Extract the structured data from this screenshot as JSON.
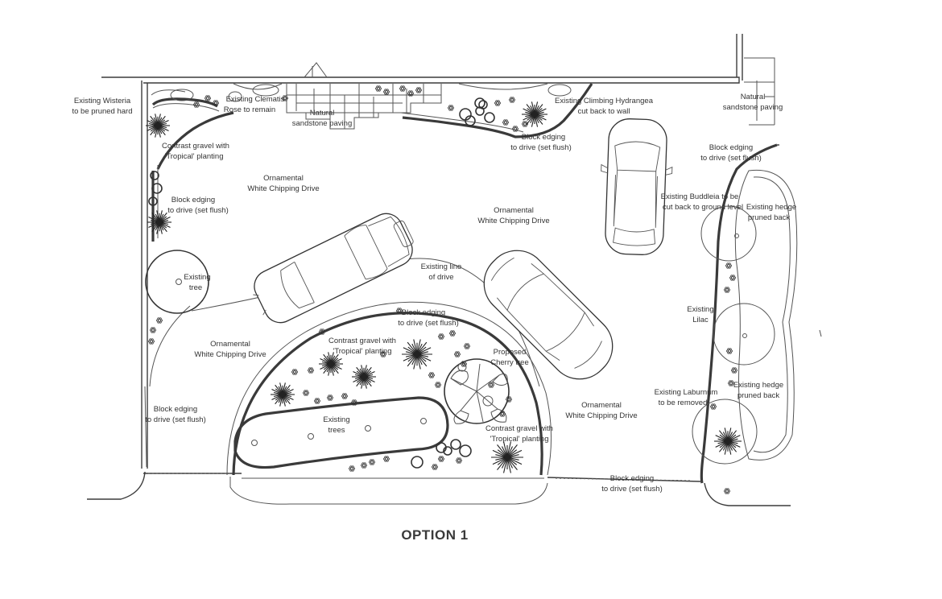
{
  "caption": "OPTION 1",
  "labels": {
    "wisteria_1": "Existing Wisteria",
    "wisteria_2": "to be pruned hard",
    "clematis_1": "Existing Clematis",
    "clematis_2": "Rose to remain",
    "paving_left_1": "Natural",
    "paving_left_2": "sandstone paving",
    "hydrangea_1": "Existing Climbing Hydrangea",
    "hydrangea_2": "cut back to wall",
    "paving_right_1": "Natural",
    "paving_right_2": "sandstone paving",
    "gravel_tl_1": "Contrast gravel with",
    "gravel_tl_2": "'Tropical' planting",
    "block_top_1": "Block edging",
    "block_top_2": "to drive (set flush)",
    "block_right_1": "Block edging",
    "block_right_2": "to drive (set flush)",
    "drive_tl_1": "Ornamental",
    "drive_tl_2": "White Chipping Drive",
    "drive_center_1": "Ornamental",
    "drive_center_2": "White Chipping Drive",
    "block_left_1": "Block edging",
    "block_left_2": "to drive (set flush)",
    "buddleia_1": "Existing Buddleia to be",
    "buddleia_2": "cut back to ground level",
    "hedge_top_1": "Existing hedge",
    "hedge_top_2": "pruned back",
    "tree_left_1": "Existing",
    "tree_left_2": "tree",
    "drive_line_1": "Existing line",
    "drive_line_2": "of drive",
    "block_arc_1": "Block edging",
    "block_arc_2": "to drive (set flush)",
    "lilac_1": "Existing",
    "lilac_2": "Lilac",
    "drive_left_1": "Ornamental",
    "drive_left_2": "White Chipping Drive",
    "gravel_center_1": "Contrast gravel with",
    "gravel_center_2": "'Tropical' planting",
    "cherry_1": "Proposed",
    "cherry_2": "Cherry tree",
    "laburnum_1": "Existing Laburnum",
    "laburnum_2": "to be removed",
    "hedge_bottom_1": "Existing hedge",
    "hedge_bottom_2": "pruned back",
    "drive_right_1": "Ornamental",
    "drive_right_2": "White Chipping Drive",
    "block_bl_1": "Block edging",
    "block_bl_2": "to drive (set flush)",
    "trees_center_1": "Existing",
    "trees_center_2": "trees",
    "gravel_br_1": "Contrast gravel with",
    "gravel_br_2": "'Tropical' planting",
    "block_bottom_1": "Block edging",
    "block_bottom_2": "to drive (set flush)"
  }
}
